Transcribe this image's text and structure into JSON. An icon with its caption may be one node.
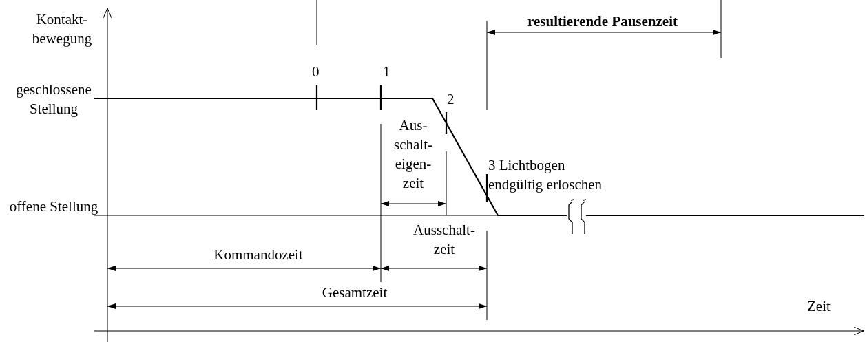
{
  "diagram": {
    "labels": [
      "Kontakt- bewegung",
      "resultierende Pausenzeit",
      "0",
      "1",
      "geschlossene Stellung",
      "2",
      "Aus- schalt- eigen- zeit",
      "3 Lichtbogen endgültig erloschen",
      "offene Stellung",
      "Ausschalt- zeit",
      "Kommandozeit",
      "Gesamtzeit",
      "Zeit"
    ]
  }
}
